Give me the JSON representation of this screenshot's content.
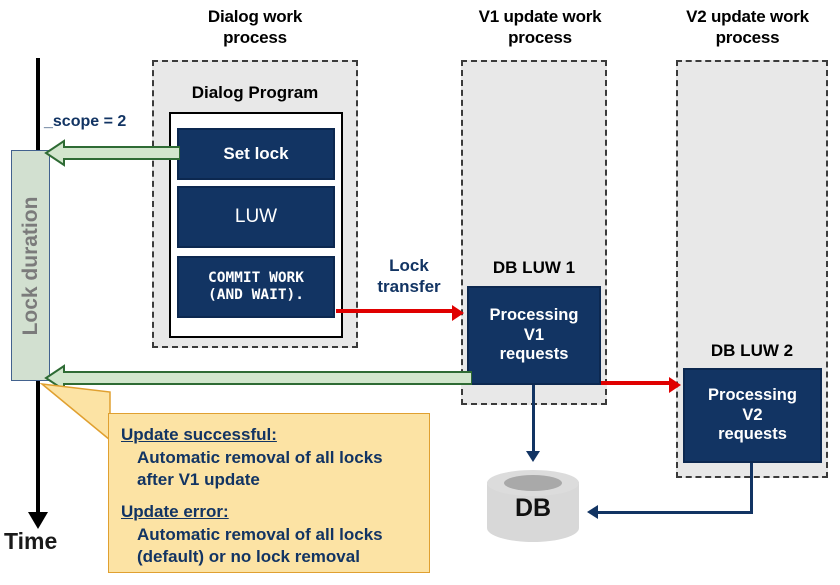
{
  "diagram": {
    "title_columns": [
      {
        "name": "dialog-work-process",
        "label": "Dialog work\nprocess"
      },
      {
        "name": "v1-update-work-process",
        "label": "V1 update work\nprocess"
      },
      {
        "name": "v2-update-work-process",
        "label": "V2 update work\nprocess"
      }
    ],
    "time_axis": {
      "label": "Time",
      "icon": "down-arrow-icon"
    },
    "lock_duration": {
      "label": "Lock duration",
      "fill_color": "#d2e0d0",
      "border_color": "#43628e",
      "text_color": "#7b7b7b"
    },
    "scope_label": "_scope = 2",
    "dialog_program": {
      "title": "Dialog Program",
      "steps": [
        {
          "name": "set-lock-box",
          "label": "Set lock",
          "style": "bold"
        },
        {
          "name": "luw-box",
          "label": "LUW",
          "style": "regular"
        },
        {
          "name": "commit-work-box",
          "label": "COMMIT WORK\n(AND WAIT).",
          "style": "mono"
        }
      ]
    },
    "lock_transfer_label": "Lock\ntransfer",
    "db_luw_1": {
      "caption": "DB LUW 1",
      "box_label": "Processing\nV1\nrequests"
    },
    "db_luw_2": {
      "caption": "DB LUW 2",
      "box_label": "Processing\nV2\nrequests"
    },
    "database": {
      "label": "DB"
    },
    "callout": {
      "success_heading": "Update successful:",
      "success_body": "Automatic removal of all locks\nafter V1 update",
      "error_heading": "Update error:",
      "error_body": "Automatic removal of all locks\n(default) or no lock removal"
    },
    "colors": {
      "navy": "#123463",
      "lane_gray": "#e8e8e8",
      "green_fill": "#d2e6cd",
      "green_stroke": "#2e6b34",
      "red": "#e00000",
      "callout_fill": "#fce3a4",
      "callout_border": "#e0a030",
      "db_gray": "#d8d8d8"
    }
  }
}
